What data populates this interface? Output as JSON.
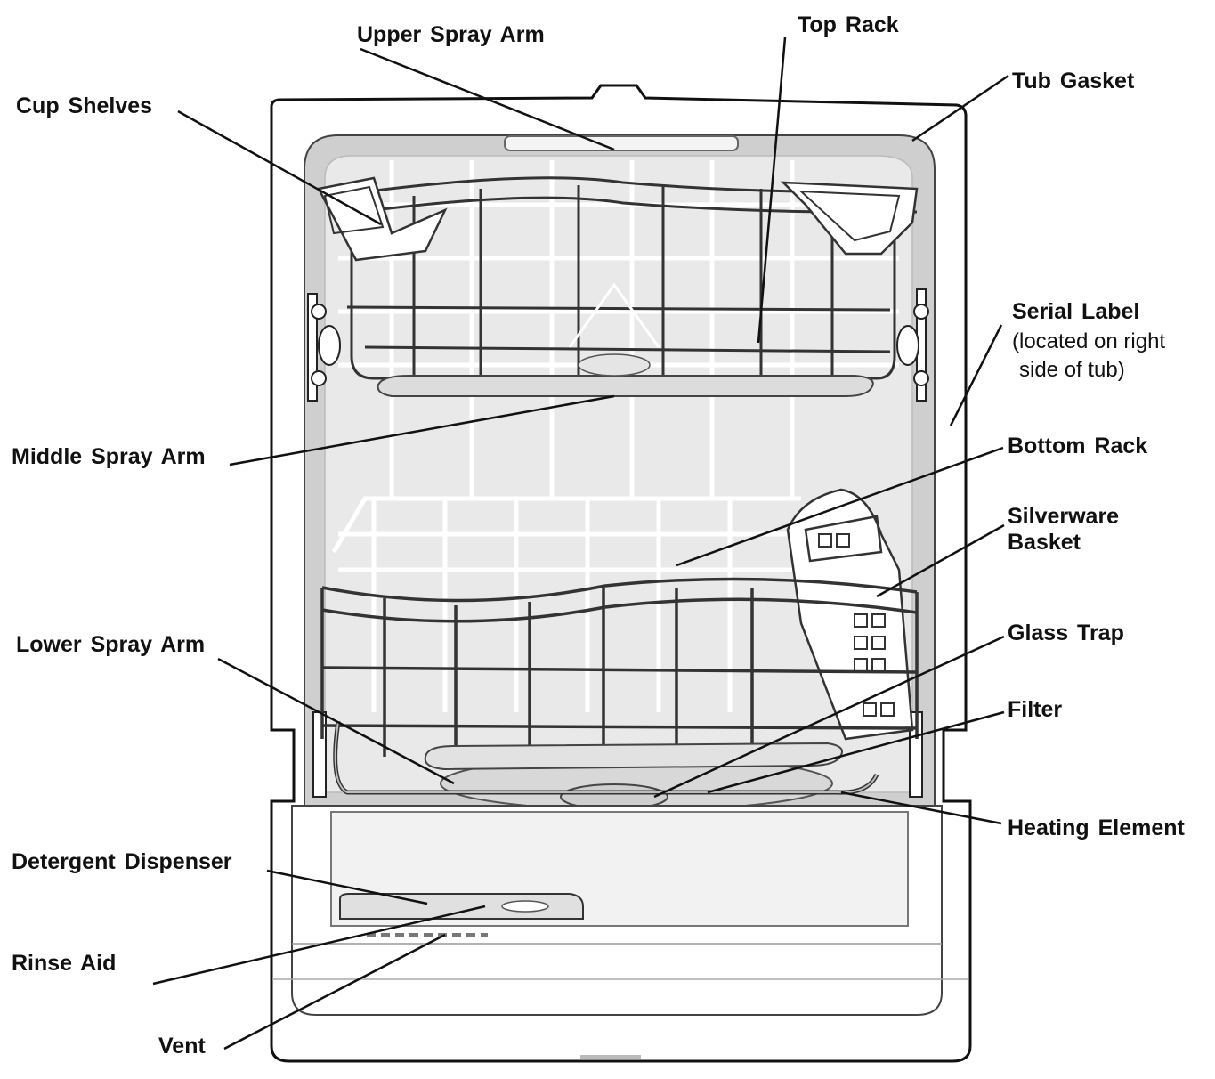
{
  "labels": {
    "upper_spray_arm": "Upper Spray Arm",
    "top_rack": "Top Rack",
    "tub_gasket": "Tub  Gasket",
    "cup_shelves": "Cup  Shelves",
    "serial_label": "Serial  Label",
    "serial_label_note_1": "(located on right",
    "serial_label_note_2": "side of tub)",
    "middle_spray_arm": "Middle Spray Arm",
    "bottom_rack": "Bottom Rack",
    "silverware_basket_1": "Silverware",
    "silverware_basket_2": "Basket",
    "lower_spray_arm": "Lower Spray Arm",
    "glass_trap": "Glass Trap",
    "filter": "Filter",
    "heating_element": "Heating  Element",
    "detergent_dispenser": "Detergent  Dispenser",
    "rinse_aid": "Rinse Aid",
    "vent": "Vent"
  },
  "colors": {
    "line": "#111111",
    "tub": "#cfcfcf",
    "tub_light": "#ececec",
    "rack": "#333333",
    "rack_back": "#ffffff"
  }
}
